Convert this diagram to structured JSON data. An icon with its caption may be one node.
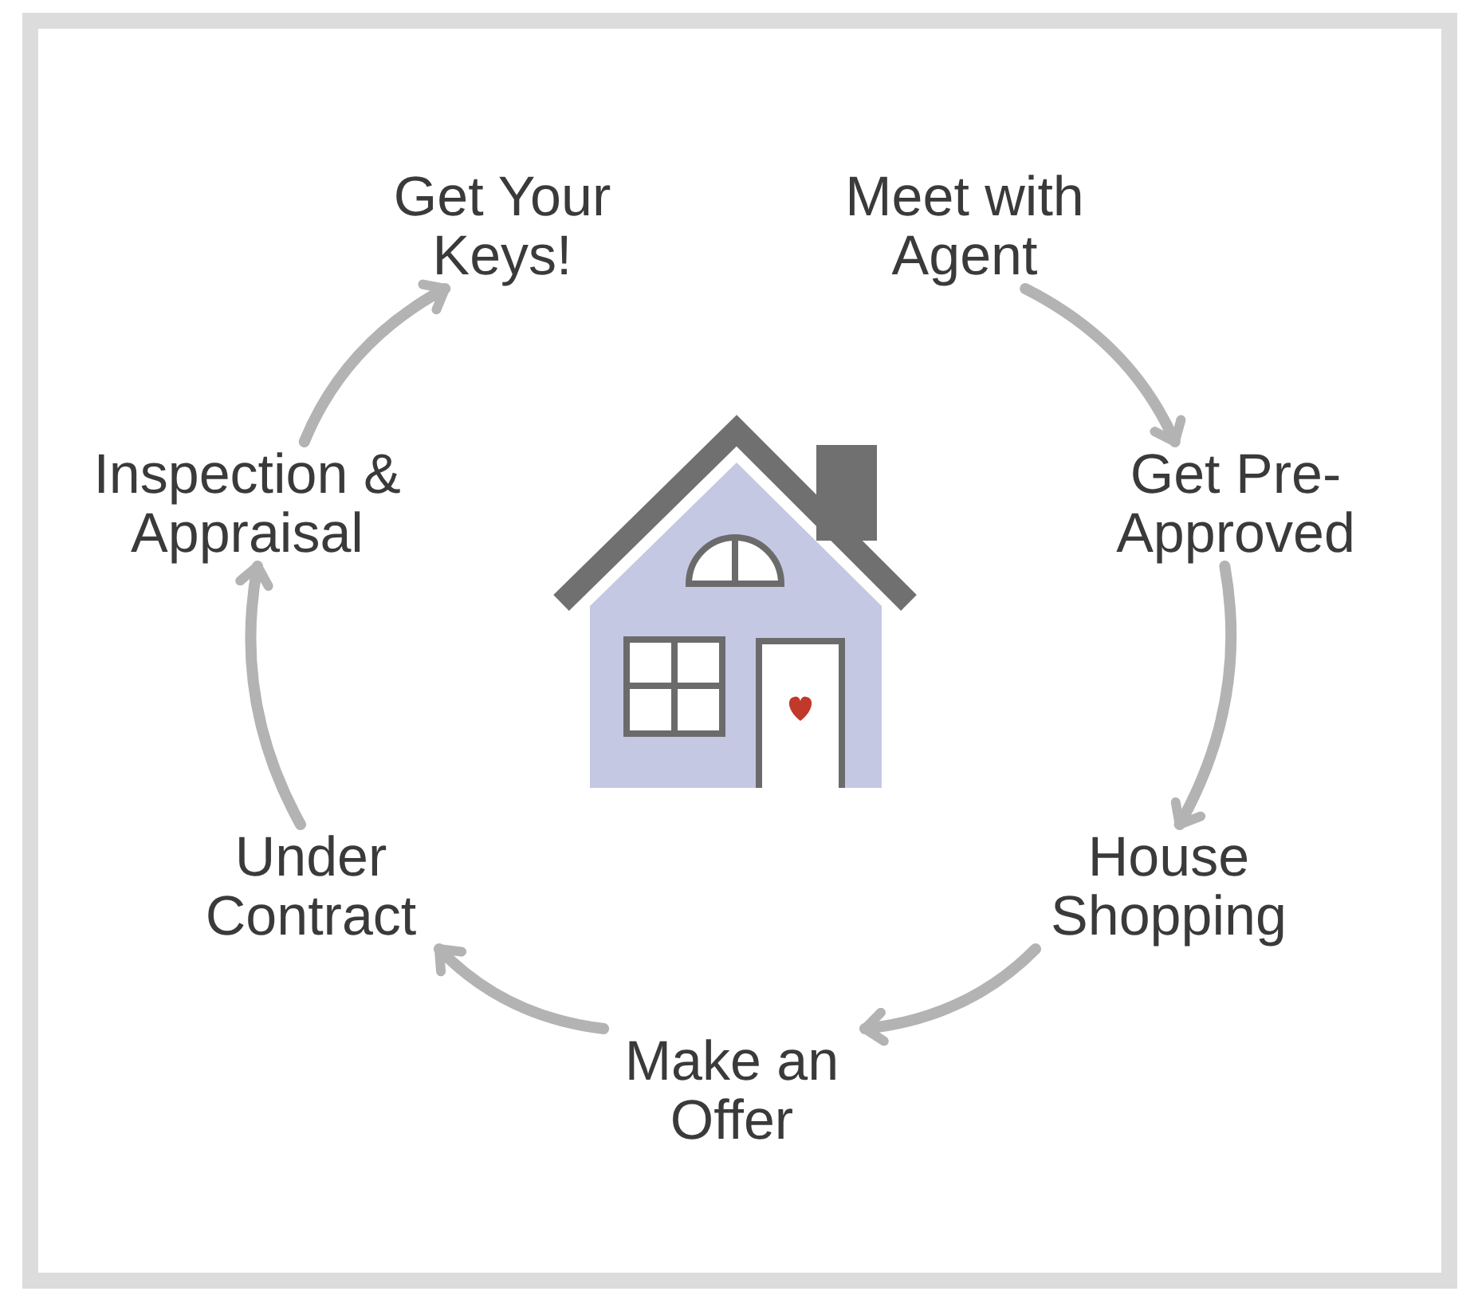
{
  "diagram": {
    "nodes": [
      {
        "text": [
          "Get Your Keys!"
        ]
      },
      {
        "text": [
          "Meet with Agent"
        ]
      },
      {
        "text": [
          "Get Pre-Approved"
        ]
      },
      {
        "text": [
          "House Shopping"
        ]
      },
      {
        "text": [
          "Make an Offer"
        ]
      },
      {
        "text": [
          "Under Contract"
        ]
      },
      {
        "text": [
          "Inspection & Appraisal"
        ]
      }
    ],
    "edges": [
      {
        "from": 1,
        "to": 2,
        "arrow": "to"
      },
      {
        "from": 2,
        "to": 3,
        "arrow": "to"
      },
      {
        "from": 3,
        "to": 4,
        "arrow": "to"
      },
      {
        "from": 4,
        "to": 5,
        "arrow": "to"
      },
      {
        "from": 5,
        "to": 6,
        "arrow": "to"
      },
      {
        "from": 6,
        "to": 0,
        "arrow": "to"
      }
    ]
  }
}
